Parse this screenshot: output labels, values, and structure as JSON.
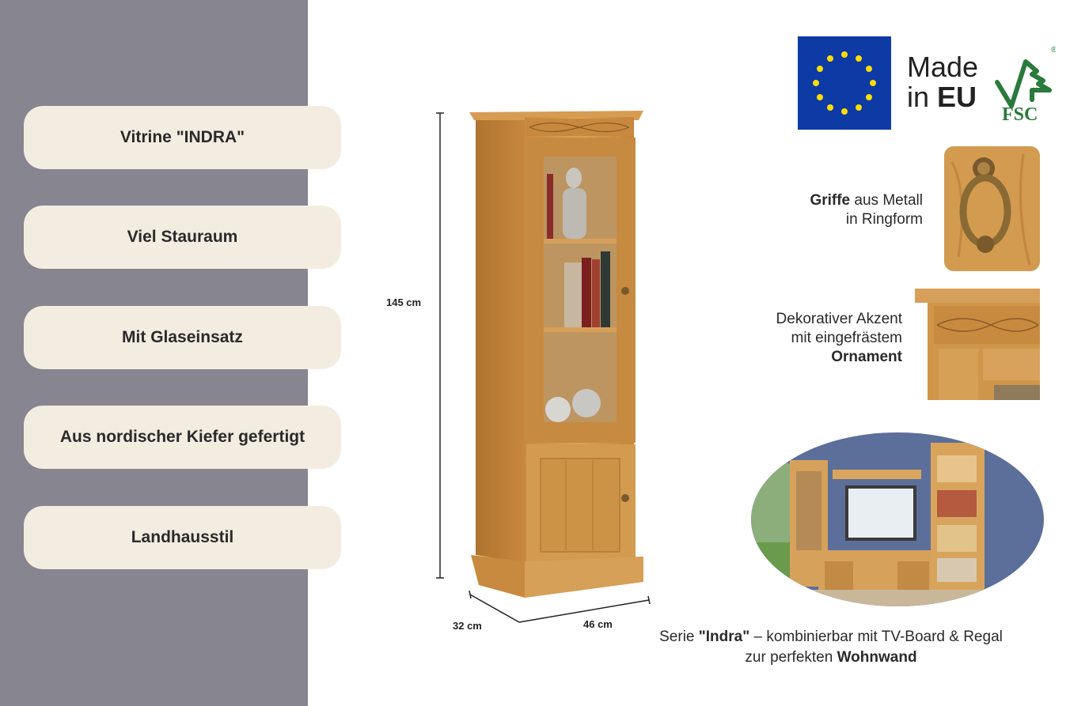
{
  "features": [
    {
      "label": "Vitrine \"INDRA\""
    },
    {
      "label": "Viel Stauraum"
    },
    {
      "label": "Mit Glaseinsatz"
    },
    {
      "label": "Aus nordischer Kiefer gefertigt"
    },
    {
      "label": "Landhausstil"
    }
  ],
  "dimensions": {
    "height": "145 cm",
    "depth": "32 cm",
    "width": "46 cm"
  },
  "logos": {
    "made_line1": "Made",
    "made_in": "in",
    "made_eu": "EU",
    "fsc": "FSC",
    "fsc_reg": "®"
  },
  "details": {
    "handle_bold": "Griffe",
    "handle_rest": " aus Metall",
    "handle_line2": "in Ringform",
    "ornament_line1": "Dekorativer Akzent",
    "ornament_line2": "mit eingefrästem",
    "ornament_bold": "Ornament"
  },
  "series": {
    "prefix": "Serie ",
    "name": "\"Indra\"",
    "middle": " – kombinierbar mit TV-Board & Regal",
    "line2_prefix": "zur perfekten ",
    "line2_bold": "Wohnwand"
  },
  "colors": {
    "side_band": "#87858f",
    "pill": "#f3ece0",
    "pine": "#d39b4f",
    "eu_blue": "#0d3aa5",
    "eu_star": "#ffdd00",
    "fsc_green": "#2a7a3b"
  }
}
